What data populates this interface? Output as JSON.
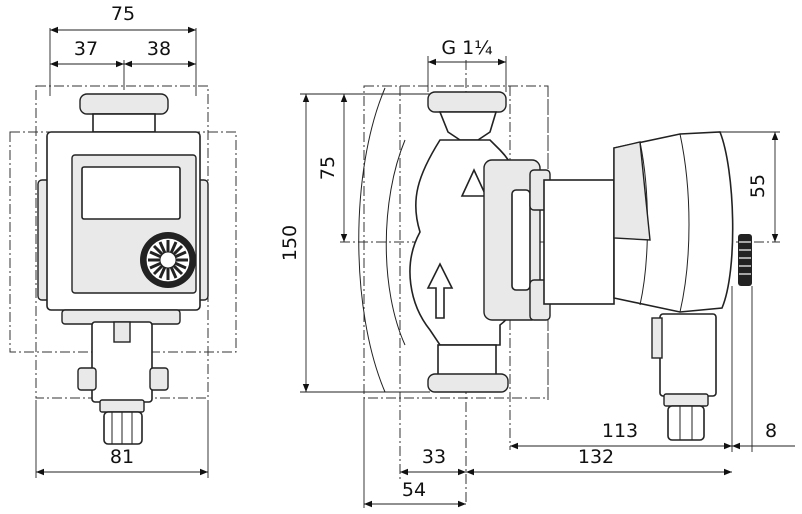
{
  "dimensions": {
    "width_total": "75",
    "left_half": "37",
    "right_half": "38",
    "thread": "G 1¼",
    "height_total": "150",
    "height_half": "75",
    "offset_55": "55",
    "bottom_width": "81",
    "depth_113": "113",
    "depth_132": "132",
    "depth_33": "33",
    "depth_54": "54",
    "side_8": "8"
  }
}
